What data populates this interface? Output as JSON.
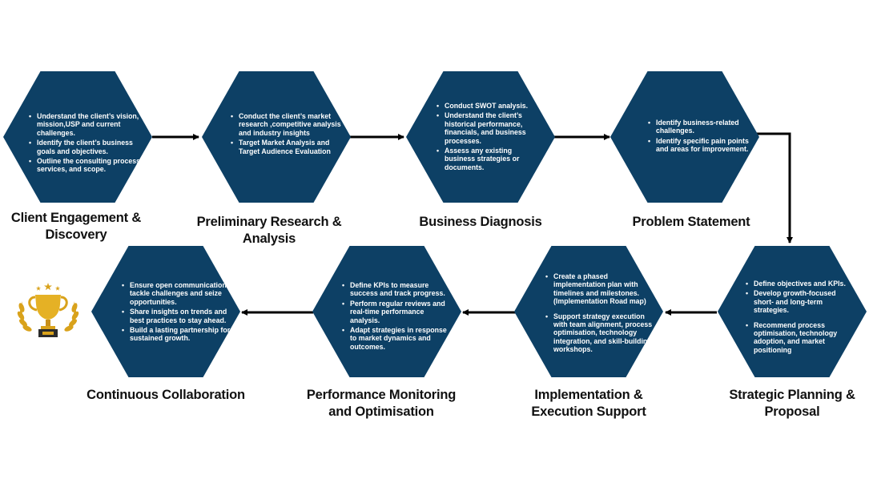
{
  "steps": [
    {
      "title": "Client Engagement & Discovery",
      "bullets": [
        "Understand the client’s vision, mission,USP and current challenges.",
        "Identify the client’s business goals and objectives.",
        "Outline the consulting process services, and scope."
      ]
    },
    {
      "title": "Preliminary Research & Analysis",
      "bullets": [
        "Conduct the client’s market research ,competitive analysis and industry insights",
        "Target Market Analysis and Target Audience Evaluation"
      ]
    },
    {
      "title": "Business Diagnosis",
      "bullets": [
        "Conduct SWOT analysis.",
        "Understand the client’s historical performance, financials, and business processes.",
        "Assess any existing business strategies or documents."
      ]
    },
    {
      "title": "Problem Statement",
      "bullets": [
        "Identify business-related challenges.",
        "Identify specific pain points and areas for improvement."
      ]
    },
    {
      "title": "Strategic Planning & Proposal",
      "bullets": [
        "Define objectives and KPIs.",
        "Develop growth-focused short- and long-term strategies.",
        "Recommend process optimisation, technology adoption, and market positioning"
      ]
    },
    {
      "title": "Implementation & Execution Support",
      "bullets": [
        "Create a phased implementation plan with timelines and milestones. (Implementation Road map)",
        "Support strategy execution with team alignment, process optimisation, technology integration, and skill-building workshops."
      ]
    },
    {
      "title": "Performance Monitoring and Optimisation",
      "bullets": [
        "Define KPIs to measure success and track progress.",
        "Perform regular reviews and real-time performance analysis.",
        "Adapt strategies in response to market dynamics and outcomes."
      ]
    },
    {
      "title": "Continuous Collaboration",
      "bullets": [
        "Ensure open communication to tackle challenges and seize opportunities.",
        "Share insights on trends and best practices to stay ahead.",
        "Build a lasting partnership for sustained growth."
      ]
    }
  ],
  "colors": {
    "hexagon": "#0d4065",
    "arrow": "#000000",
    "title_text": "#111111",
    "trophy_gold": "#d9a21b"
  },
  "icons": {
    "award": "trophy-icon"
  }
}
